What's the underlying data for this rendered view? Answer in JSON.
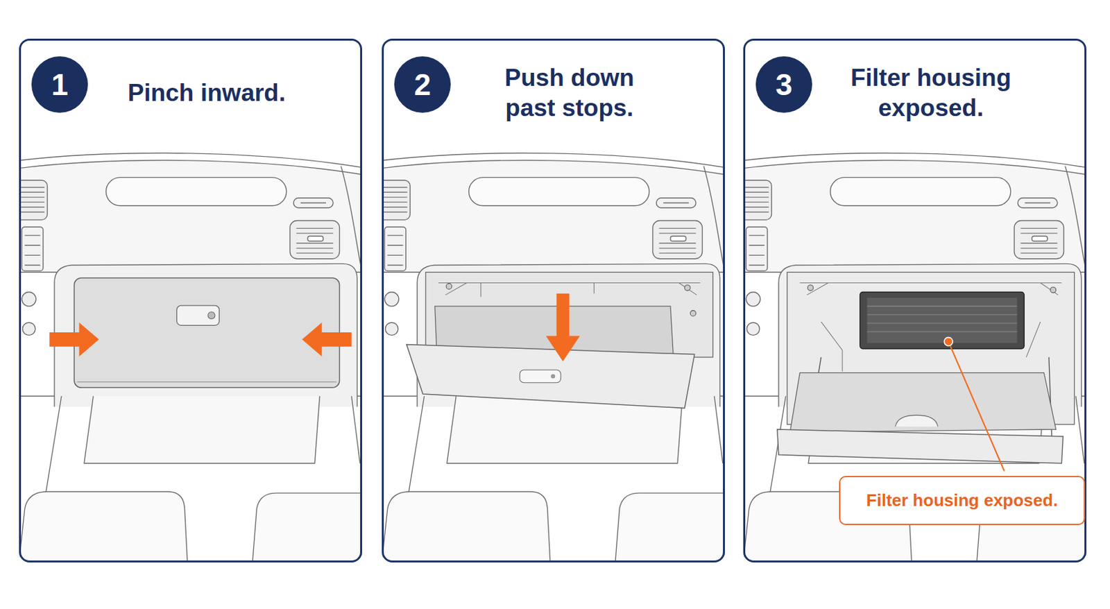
{
  "diagram": {
    "nodes": [
      {
        "text": [
          "Pinch inward."
        ]
      },
      {
        "text": [
          "1"
        ],
        "in": 0
      },
      {
        "text": [
          "Push down past stops."
        ]
      },
      {
        "text": [
          "2"
        ],
        "in": 2
      },
      {
        "text": [
          "Filter housing exposed."
        ]
      },
      {
        "text": [
          "3"
        ],
        "in": 4
      },
      {
        "text": [
          "Filter housing exposed."
        ],
        "in": 4
      }
    ]
  }
}
